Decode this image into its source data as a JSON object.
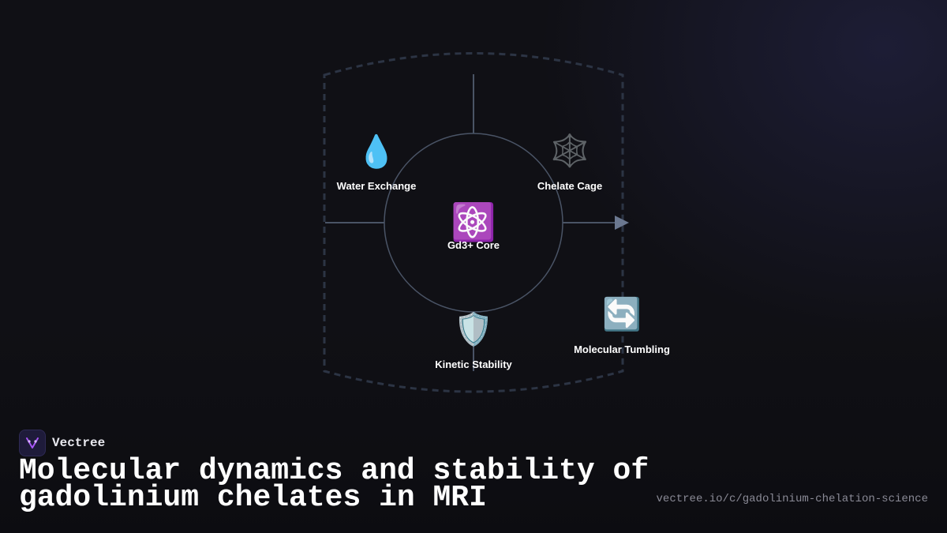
{
  "diagram": {
    "center": {
      "label": "Gd3+ Core",
      "icon": "⚛️",
      "icon_name": "atom-icon"
    },
    "nodes": [
      {
        "id": "water-exchange",
        "label": "Water Exchange",
        "icon": "💧",
        "icon_name": "water-drop-icon"
      },
      {
        "id": "chelate-cage",
        "label": "Chelate Cage",
        "icon": "🕸️",
        "icon_name": "spider-web-icon"
      },
      {
        "id": "kinetic-stability",
        "label": "Kinetic Stability",
        "icon": "🛡️",
        "icon_name": "shield-icon"
      },
      {
        "id": "molecular-tumbling",
        "label": "Molecular Tumbling",
        "icon": "🔄",
        "icon_name": "rotate-arrows-icon"
      }
    ],
    "colors": {
      "line": "#5d6a80",
      "dashed_border": "#2c3444",
      "arrow": "#6b7890"
    }
  },
  "brand": {
    "name": "Vectree",
    "logo_color": "#a855f7"
  },
  "title": "Molecular dynamics and stability of gadolinium chelates in MRI",
  "url": "vectree.io/c/gadolinium-chelation-science"
}
